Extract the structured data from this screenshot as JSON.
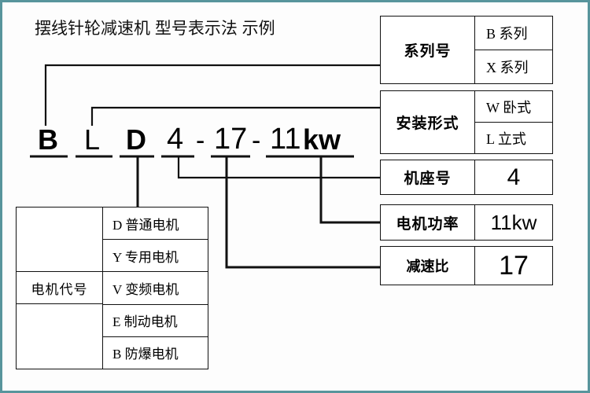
{
  "page": {
    "title": "摆线针轮减速机 型号表示法 示例",
    "frame_color": "#58959c",
    "line_color": "#111111",
    "background": "#ffffff"
  },
  "model_string": {
    "full": "BLD4-17-11kw",
    "parts": [
      {
        "id": "series",
        "text": "B",
        "weight": "bold"
      },
      {
        "id": "mounting",
        "text": "L",
        "weight": "normal"
      },
      {
        "id": "motor-code",
        "text": "D",
        "weight": "bold"
      },
      {
        "id": "frame-size",
        "text": "4",
        "weight": "normal"
      },
      {
        "id": "dash-1",
        "text": "-",
        "weight": "normal"
      },
      {
        "id": "ratio",
        "text": "17",
        "weight": "normal"
      },
      {
        "id": "dash-2",
        "text": "-",
        "weight": "normal"
      },
      {
        "id": "power-number",
        "text": "11",
        "weight": "normal"
      },
      {
        "id": "power-unit",
        "text": "kw",
        "weight": "bold"
      }
    ]
  },
  "right_boxes": [
    {
      "id": "series",
      "label": "系列号",
      "options": [
        "B 系列",
        "X 系列"
      ]
    },
    {
      "id": "mounting",
      "label": "安装形式",
      "options": [
        "W 卧式",
        "L 立式"
      ]
    },
    {
      "id": "frame-size",
      "label": "机座号",
      "options": [
        "4"
      ]
    },
    {
      "id": "motor-power",
      "label": "电机功率",
      "options": [
        "11kw"
      ]
    },
    {
      "id": "ratio",
      "label": "减速比",
      "options": [
        "17"
      ]
    }
  ],
  "motor_table": {
    "label": "电机代号",
    "rows": [
      "D 普通电机",
      "Y 专用电机",
      "V 变频电机",
      "E 制动电机",
      "B 防爆电机"
    ]
  }
}
